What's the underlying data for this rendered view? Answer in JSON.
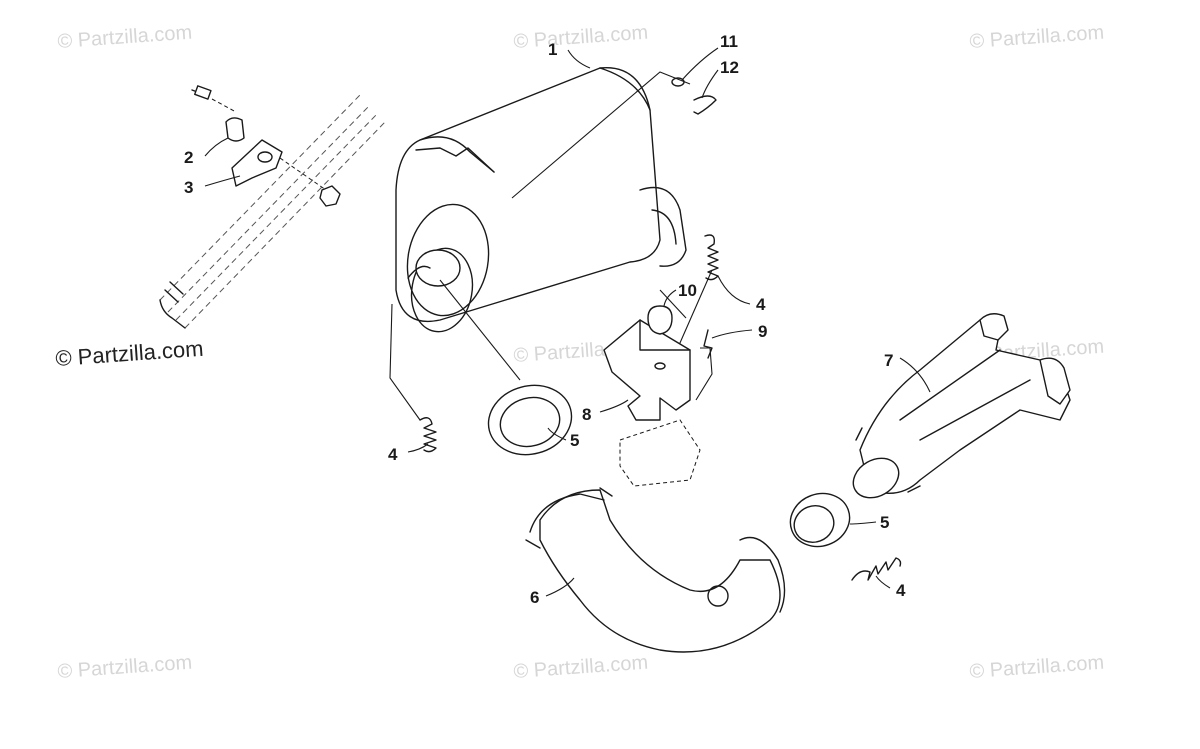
{
  "watermarks": {
    "text": "© Partzilla.com",
    "main_text": "© Partzilla.com"
  },
  "parts": [
    {
      "number": "1"
    },
    {
      "number": "2"
    },
    {
      "number": "3"
    },
    {
      "number": "4"
    },
    {
      "number": "4"
    },
    {
      "number": "4"
    },
    {
      "number": "5"
    },
    {
      "number": "5"
    },
    {
      "number": "6"
    },
    {
      "number": "7"
    },
    {
      "number": "8"
    },
    {
      "number": "9"
    },
    {
      "number": "10"
    },
    {
      "number": "11"
    },
    {
      "number": "12"
    }
  ],
  "icons": {
    "muffler": "muffler-drawing",
    "spring": "spring-drawing",
    "gasket": "gasket-ring-drawing",
    "pipe": "exhaust-pipe-drawing",
    "manifold": "exhaust-manifold-drawing"
  },
  "colors": {
    "ink": "#1a1a1a",
    "watermark": "#d6d6d6"
  }
}
